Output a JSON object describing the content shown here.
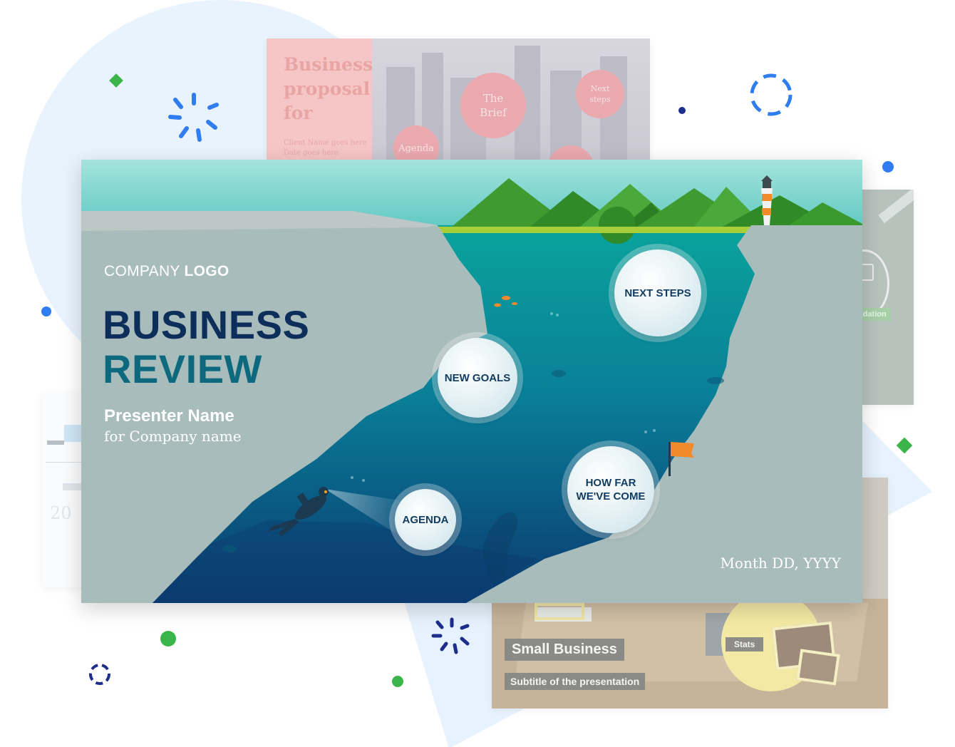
{
  "main_slide": {
    "company_logo_prefix": "COMPANY",
    "company_logo_suffix": "LOGO",
    "title_line1": "BUSINESS",
    "title_line2": "REVIEW",
    "presenter_name": "Presenter Name",
    "company_line": "for Company name",
    "date": "Month DD, YYYY",
    "bubbles": {
      "next_steps": "NEXT STEPS",
      "new_goals": "NEW GOALS",
      "how_far": "HOW FAR\nWE'VE COME",
      "agenda": "AGENDA"
    }
  },
  "proposal_thumb": {
    "title": "Business proposal for",
    "client_line": "Client Name goes here",
    "date_line": "Date goes here",
    "bubble_brief": "The Brief",
    "bubble_next": "Next steps",
    "bubble_agenda": "Agenda"
  },
  "right_thumb": {
    "label": "ndation"
  },
  "left_thumb": {
    "number": "20"
  },
  "small_business_thumb": {
    "title": "Small Business",
    "subtitle": "Subtitle of the presentation",
    "stats_label": "Stats"
  },
  "colors": {
    "title_navy": "#0d2d5a",
    "title_teal": "#0d6a7e",
    "rock": "#a9bcbc",
    "water_top": "#0a9c9a",
    "water_bottom": "#0b3b70",
    "sky_top": "#a4e3dc",
    "accent_green": "#3bb54a",
    "accent_blue": "#2f7df0"
  }
}
